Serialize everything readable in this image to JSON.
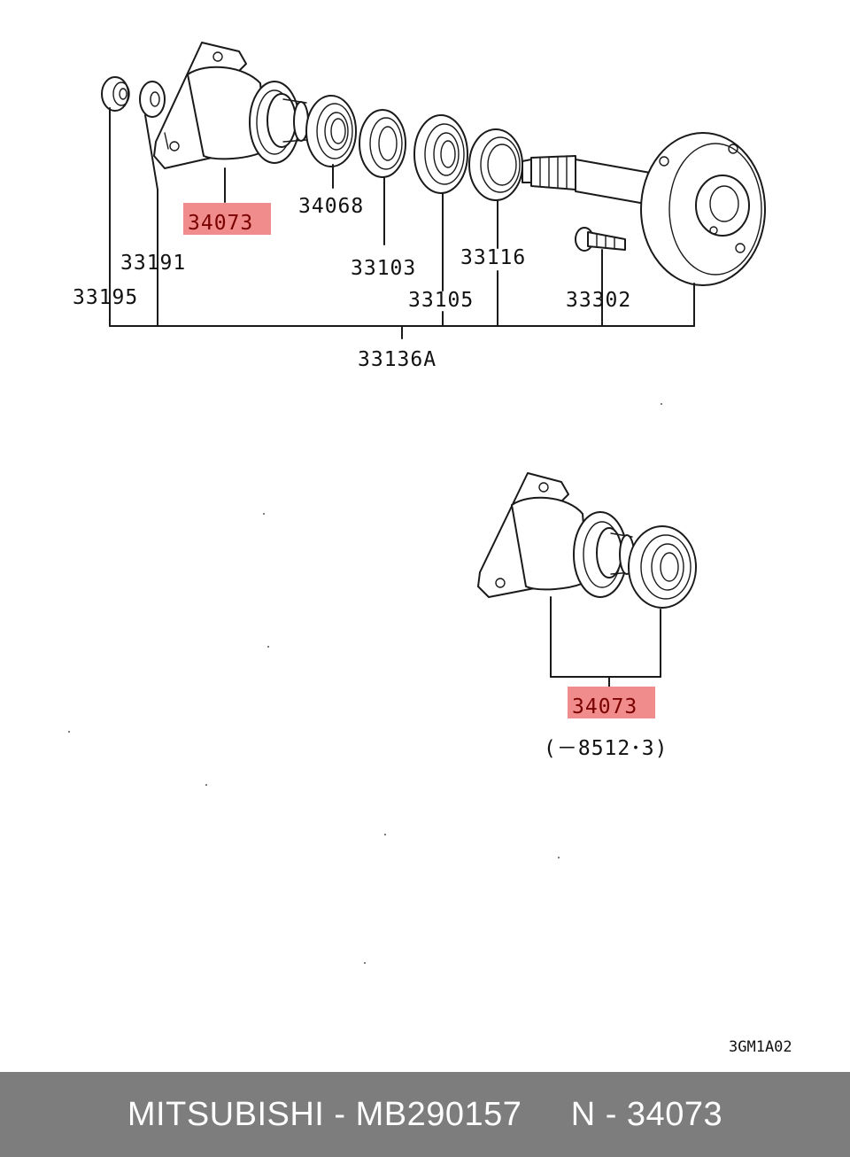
{
  "diagram": {
    "labels": {
      "p34073_top": "34073",
      "p34068": "34068",
      "p33191": "33191",
      "p33195": "33195",
      "p33103": "33103",
      "p33105": "33105",
      "p33116": "33116",
      "p33302": "33302",
      "p33136A": "33136A",
      "p34073_bottom": "34073",
      "serial_note": "(－8512･3)",
      "drawing_code": "3GM1A02"
    },
    "highlight_color": "#f08c8c"
  },
  "footer": {
    "text": "MITSUBISHI - MB290157     N - 34073"
  }
}
